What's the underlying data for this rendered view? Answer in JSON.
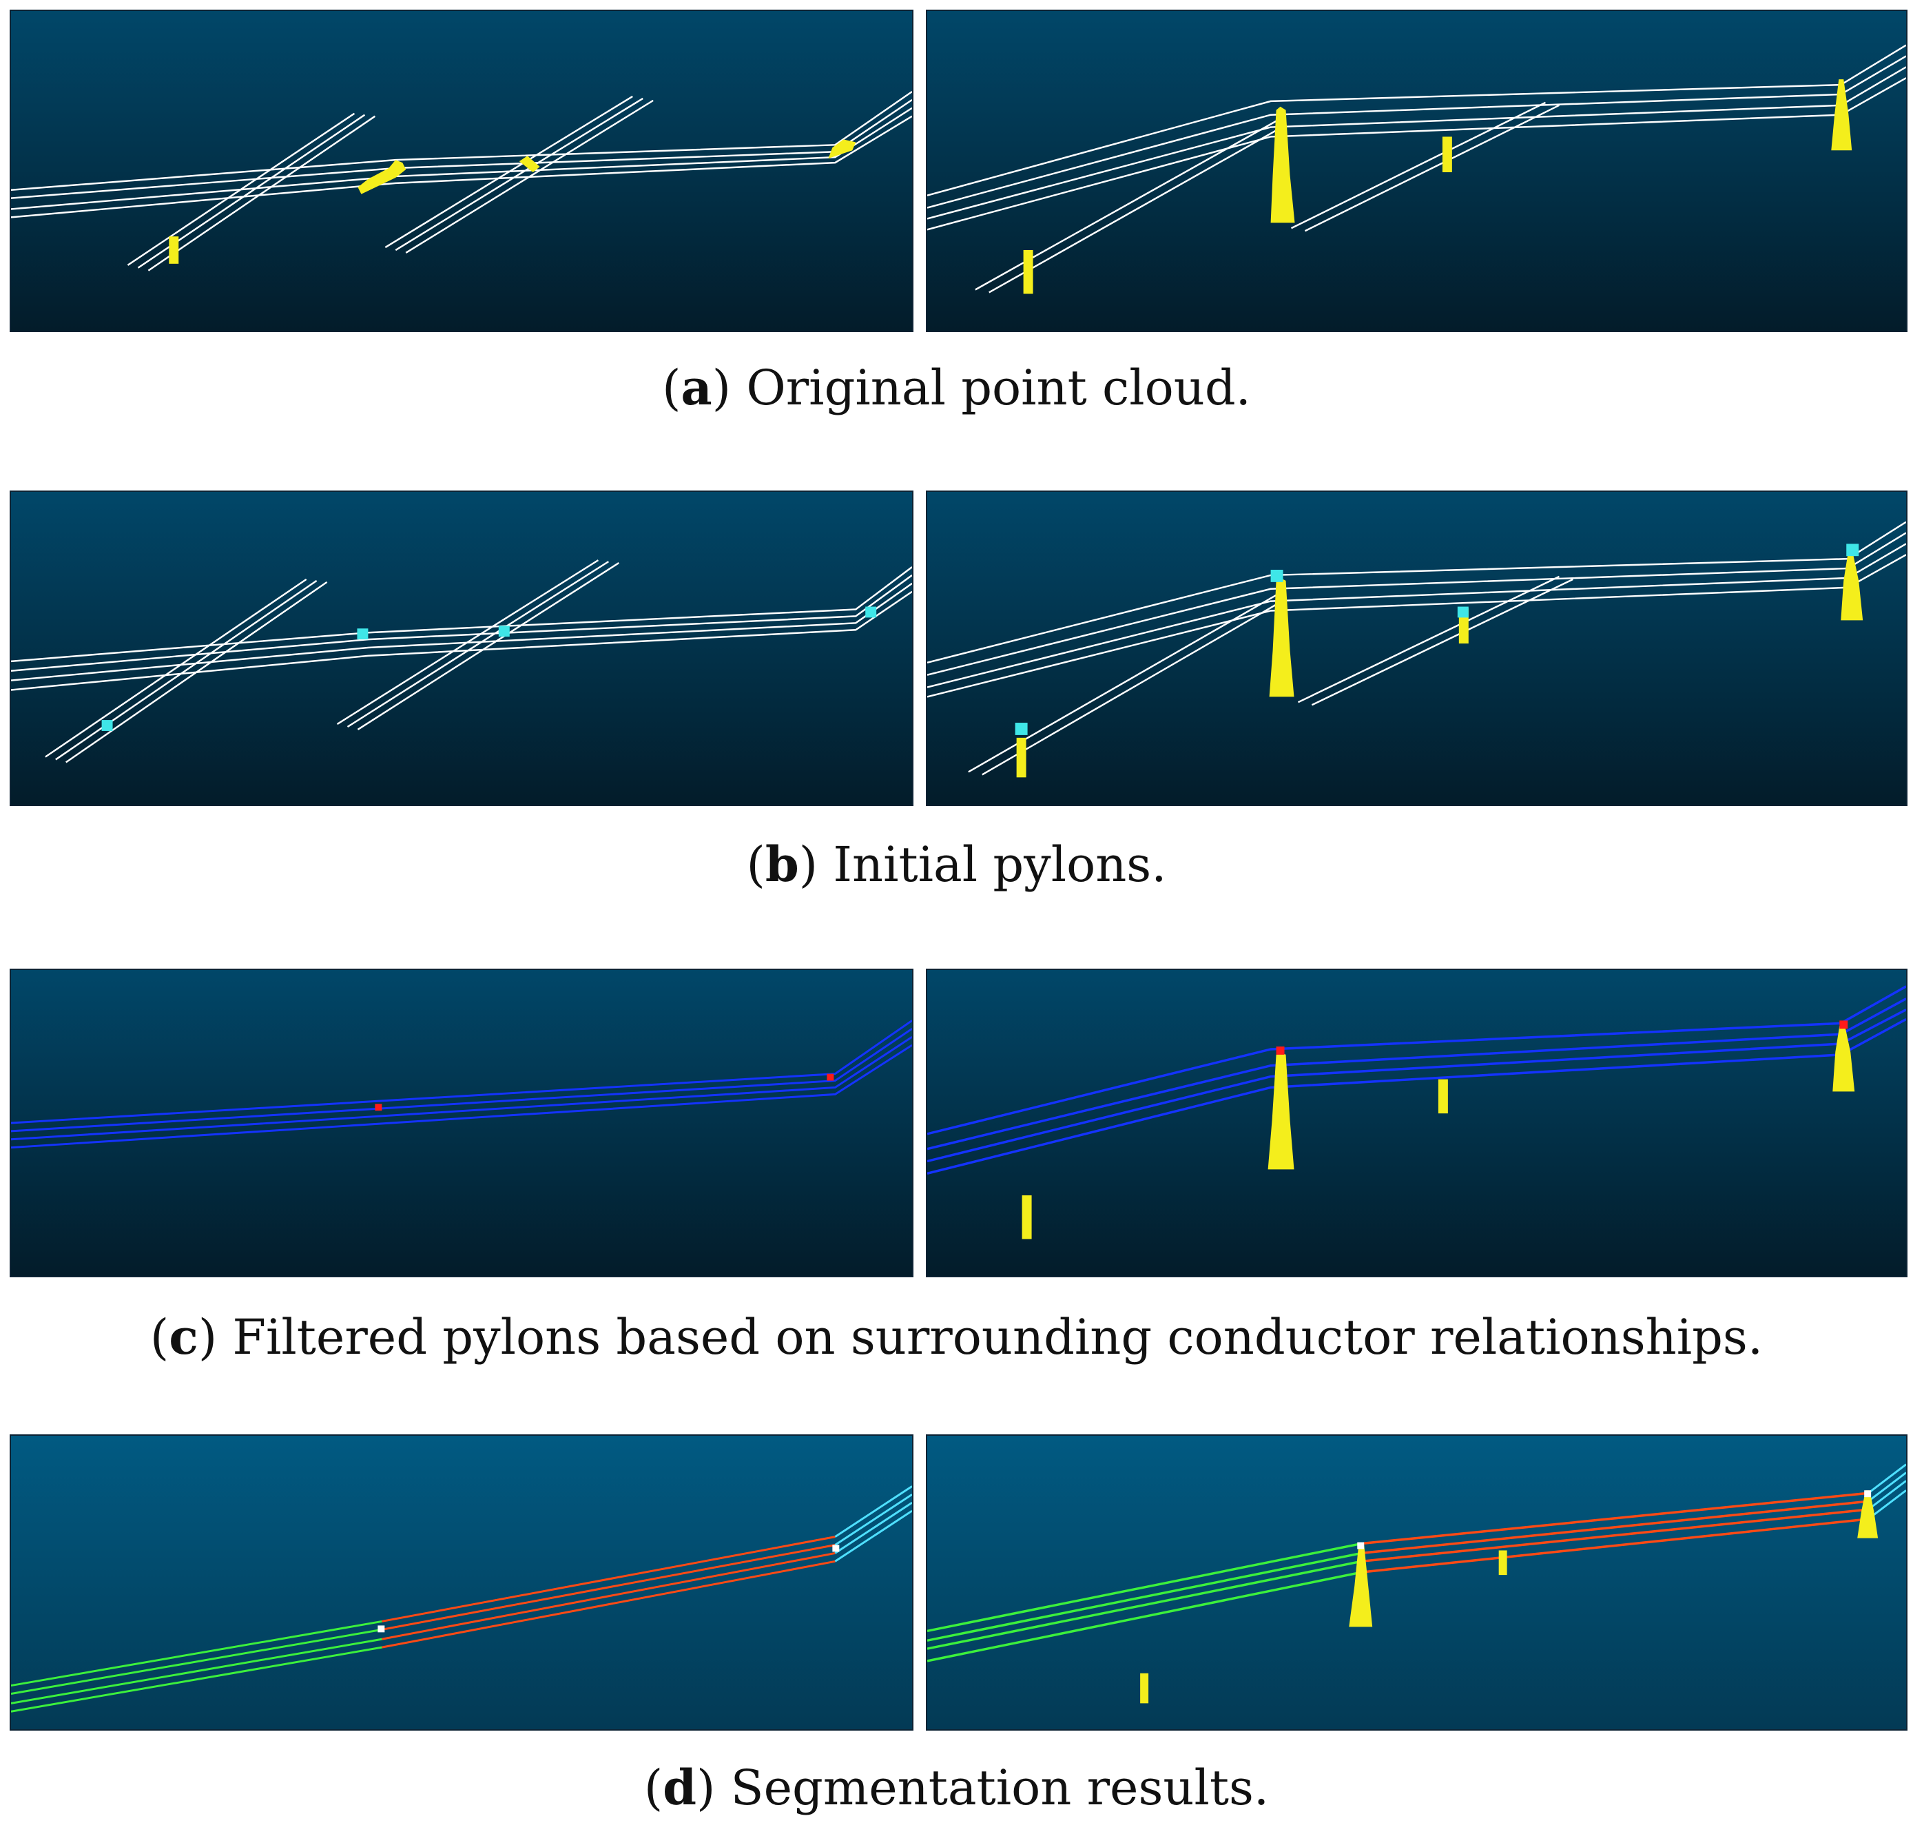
{
  "figure": {
    "rows": [
      {
        "id": "a",
        "letter": "a",
        "text": "Original point cloud."
      },
      {
        "id": "b",
        "letter": "b",
        "text": "Initial pylons."
      },
      {
        "id": "c",
        "letter": "c",
        "text": "Filtered pylons based on surrounding conductor relationships."
      },
      {
        "id": "d",
        "letter": "d",
        "text": "Segmentation results."
      }
    ]
  },
  "colors": {
    "bg_top": "#00466b",
    "bg_bottom": "#021b28",
    "conductor_white": "#ffffff",
    "pylon_yellow": "#f4ee1c",
    "marker_cyan": "#3fe6e8",
    "conductor_blue": "#1433ff",
    "marker_red": "#ff1a1a",
    "segment_green": "#3cf03c",
    "segment_orange": "#ff4a14",
    "segment_cyan": "#4fe0ff",
    "marker_white": "#ffffff"
  }
}
